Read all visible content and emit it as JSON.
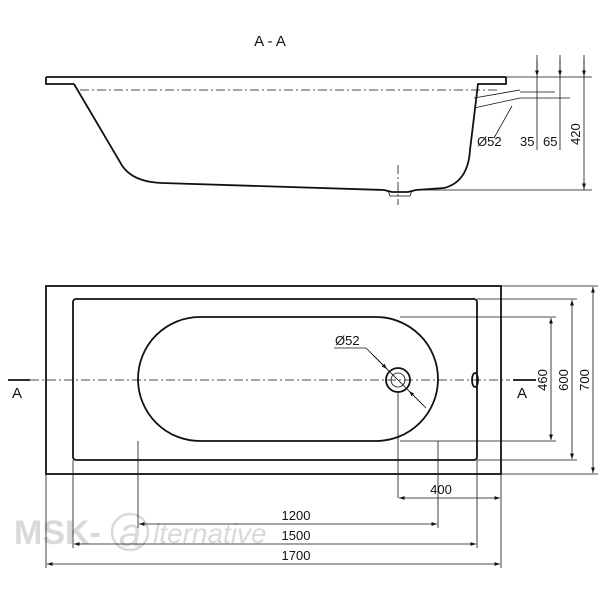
{
  "section": {
    "title": "A - A",
    "dims": {
      "drain_diameter": "Ø52",
      "overflow_height": "35",
      "rim_height": "65",
      "depth": "420"
    }
  },
  "plan": {
    "section_mark_left": "A",
    "section_mark_right": "A",
    "drain_diameter": "Ø52",
    "dims": {
      "inner_width": "460",
      "mid_width": "600",
      "outer_width": "700",
      "drain_offset": "400",
      "inner_length": "1200",
      "mid_length": "1500",
      "outer_length": "1700"
    }
  },
  "watermark": {
    "left": "MSK-",
    "right": "lternative"
  }
}
